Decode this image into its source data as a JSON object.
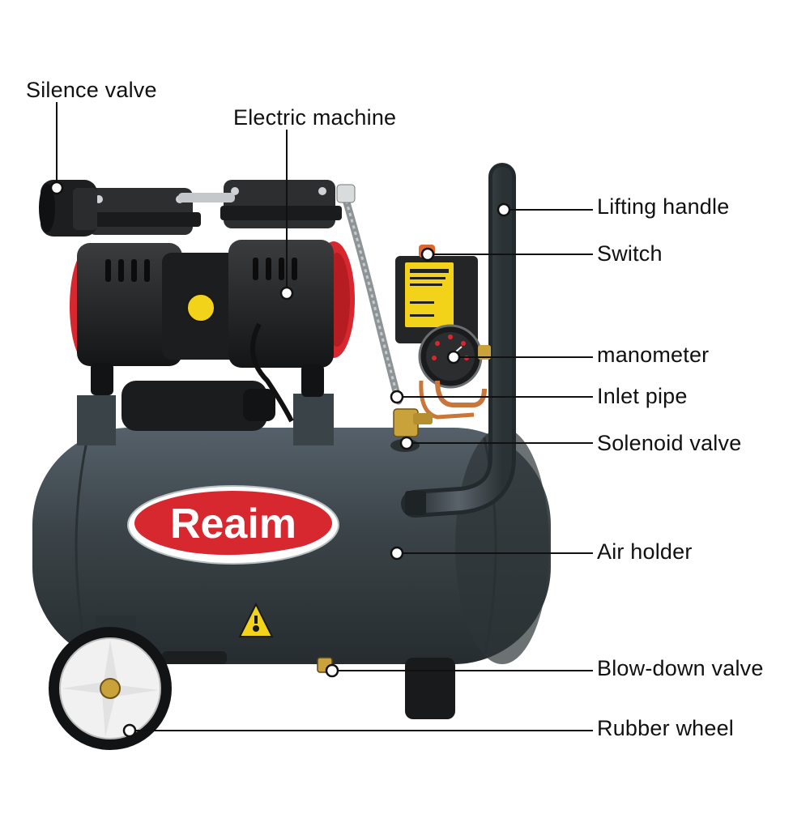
{
  "diagram": {
    "brand": "Reaim",
    "colors": {
      "tank": "#3a4347",
      "tank_dark": "#2a3134",
      "motor": "#232526",
      "accent_red": "#d8282f",
      "warning_yellow": "#f3d21a",
      "brass": "#c9a23c",
      "copper": "#c8763a",
      "leader": "#111111"
    },
    "callouts": [
      {
        "id": "silence-valve",
        "label": "Silence valve"
      },
      {
        "id": "electric-machine",
        "label": "Electric machine"
      },
      {
        "id": "lifting-handle",
        "label": "Lifting handle"
      },
      {
        "id": "switch",
        "label": "Switch"
      },
      {
        "id": "manometer",
        "label": "manometer"
      },
      {
        "id": "inlet-pipe",
        "label": "Inlet pipe"
      },
      {
        "id": "solenoid-valve",
        "label": "Solenoid valve"
      },
      {
        "id": "air-holder",
        "label": "Air holder"
      },
      {
        "id": "blow-down-valve",
        "label": "Blow-down valve"
      },
      {
        "id": "rubber-wheel",
        "label": "Rubber wheel"
      }
    ]
  }
}
